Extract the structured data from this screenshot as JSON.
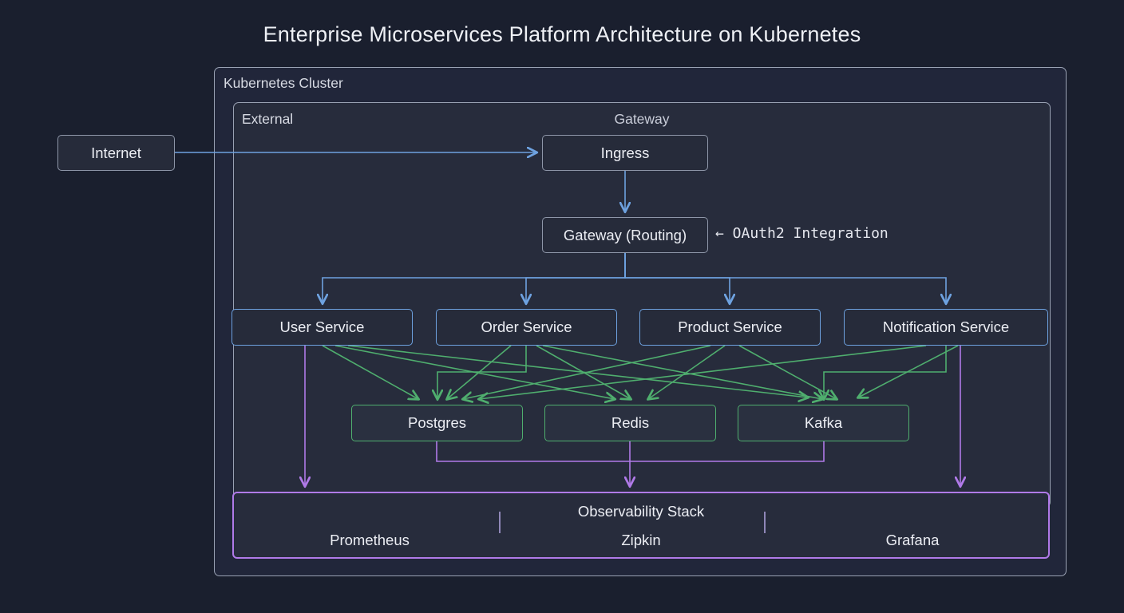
{
  "title": "Enterprise Microservices Platform Architecture on Kubernetes",
  "clusters": {
    "outer_label": "Kubernetes Cluster",
    "external_label": "External",
    "gateway_label": "Gateway"
  },
  "nodes": {
    "internet": "Internet",
    "ingress": "Ingress",
    "gateway_routing": "Gateway (Routing)",
    "user_service": "User Service",
    "order_service": "Order Service",
    "product_service": "Product Service",
    "notification_service": "Notification Service",
    "postgres": "Postgres",
    "redis": "Redis",
    "kafka": "Kafka"
  },
  "observability": {
    "title": "Observability Stack",
    "items": [
      "Prometheus",
      "Zipkin",
      "Grafana"
    ]
  },
  "annotation": "← OAuth2 Integration",
  "colors": {
    "background": "#1a1f2e",
    "cluster_fill": "#21263a",
    "inner_fill": "#272c3c",
    "node_border_grey": "#8e96a8",
    "service_blue": "#6ea2e0",
    "datastore_green": "#4fae6e",
    "observability_purple": "#b07ae8",
    "text": "#eceef4"
  },
  "edges": {
    "ingress_flow": [
      "Internet -> Ingress",
      "Ingress -> Gateway (Routing)"
    ],
    "routing_fanout": [
      "Gateway (Routing) -> User Service",
      "Gateway (Routing) -> Order Service",
      "Gateway (Routing) -> Product Service",
      "Gateway (Routing) -> Notification Service"
    ],
    "service_to_datastore": [
      "User Service -> Postgres",
      "User Service -> Redis",
      "User Service -> Kafka",
      "Order Service -> Postgres",
      "Order Service -> Redis",
      "Order Service -> Kafka",
      "Product Service -> Postgres",
      "Product Service -> Redis",
      "Product Service -> Kafka",
      "Notification Service -> Postgres",
      "Notification Service -> Kafka"
    ],
    "to_observability": [
      "User Service -> Observability Stack",
      "Postgres -> Observability Stack",
      "Redis -> Observability Stack",
      "Kafka -> Observability Stack",
      "Notification Service -> Observability Stack"
    ]
  }
}
